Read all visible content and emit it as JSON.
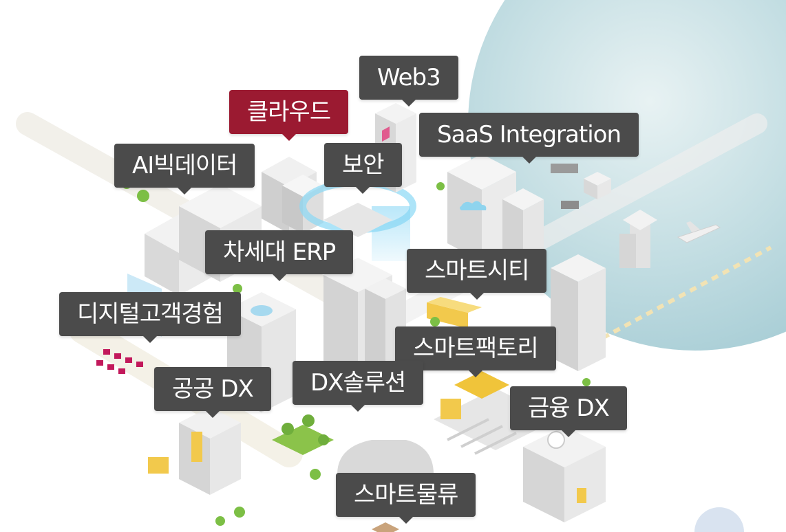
{
  "tags": {
    "web3": "Web3",
    "cloud": "클라우드",
    "saas": "SaaS Integration",
    "ai_bigdata": "AI빅데이터",
    "security": "보안",
    "erp": "차세대 ERP",
    "smart_city": "스마트시티",
    "digital_cx": "디지털고객경험",
    "smart_factory": "스마트팩토리",
    "public_dx": "공공 DX",
    "dx_solution": "DX솔루션",
    "finance_dx": "금융 DX",
    "smart_logistics": "스마트물류"
  },
  "active_tag": "클라우드",
  "colors": {
    "tag_bg": "#4b4b4b",
    "tag_active_bg": "#9b1a31",
    "tag_text": "#ffffff",
    "backdrop_circle": "#b7d5dc"
  }
}
